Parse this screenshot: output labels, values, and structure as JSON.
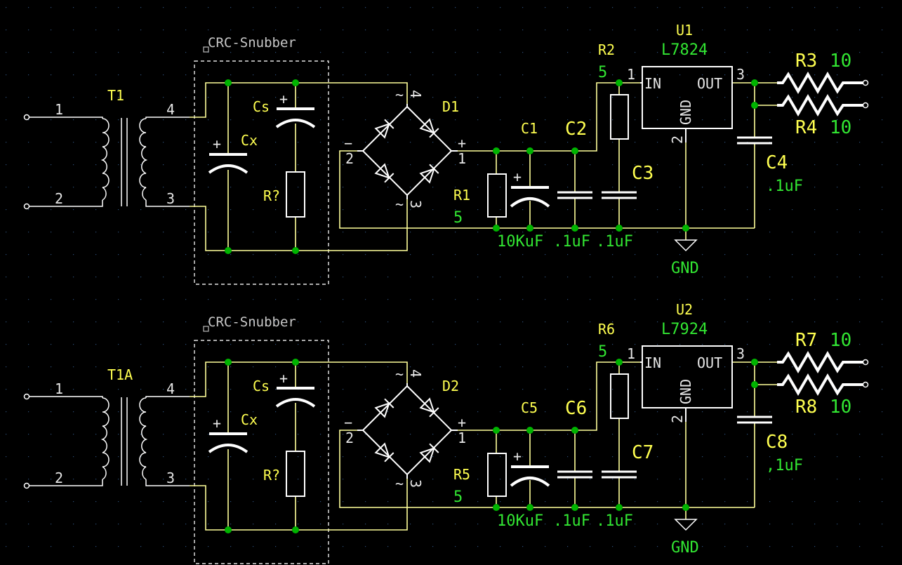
{
  "colors": {
    "background": "#000000",
    "wire": "#ffff9a",
    "symbol": "#ffffff",
    "reference": "#ffff50",
    "value": "#32e632",
    "junction": "#00b400",
    "snubber_frame": "#e6e6e6"
  },
  "stages": [
    {
      "snubber_title": "CRC-Snubber",
      "transformer": {
        "ref": "T1",
        "pins": [
          "1",
          "2",
          "4",
          "3"
        ]
      },
      "snubber": {
        "cx_ref": "Cx",
        "cs_ref": "Cs",
        "r_ref": "R?"
      },
      "bridge": {
        "ref": "D1",
        "minus": "−",
        "plus": "+",
        "pin_minus": "2",
        "pin_plus": "1",
        "pin_ac1": "4",
        "pin_ac2": "3",
        "ac_mark": "~"
      },
      "r_bleed": {
        "ref": "R1",
        "value": "5"
      },
      "c_bulk": {
        "ref": "C1",
        "value": "10KuF"
      },
      "c_mid": {
        "ref": "C2",
        "value": ".1uF"
      },
      "c_in": {
        "ref": "C3",
        "value": ".1uF"
      },
      "r_series": {
        "ref": "R2",
        "value": "5"
      },
      "regulator": {
        "ref": "U1",
        "value": "L7824",
        "in": "IN",
        "out": "OUT",
        "gnd": "GND",
        "pin_in": "1",
        "pin_gnd": "2",
        "pin_out": "3"
      },
      "c_out": {
        "ref": "C4",
        "value": ".1uF"
      },
      "r_out_a": {
        "ref": "R3",
        "value": "10"
      },
      "r_out_b": {
        "ref": "R4",
        "value": "10"
      },
      "gnd_label": "GND"
    },
    {
      "snubber_title": "CRC-Snubber",
      "transformer": {
        "ref": "T1A",
        "pins": [
          "1",
          "2",
          "4",
          "3"
        ]
      },
      "snubber": {
        "cx_ref": "Cx",
        "cs_ref": "Cs",
        "r_ref": "R?"
      },
      "bridge": {
        "ref": "D2",
        "minus": "−",
        "plus": "+",
        "pin_minus": "2",
        "pin_plus": "1",
        "pin_ac1": "4",
        "pin_ac2": "3",
        "ac_mark": "~"
      },
      "r_bleed": {
        "ref": "R5",
        "value": "5"
      },
      "c_bulk": {
        "ref": "C5",
        "value": "10KuF"
      },
      "c_mid": {
        "ref": "C6",
        "value": ".1uF"
      },
      "c_in": {
        "ref": "C7",
        "value": ".1uF"
      },
      "r_series": {
        "ref": "R6",
        "value": "5"
      },
      "regulator": {
        "ref": "U2",
        "value": "L7924",
        "in": "IN",
        "out": "OUT",
        "gnd": "GND",
        "pin_in": "1",
        "pin_gnd": "2",
        "pin_out": "3"
      },
      "c_out": {
        "ref": "C8",
        "value": ",1uF"
      },
      "r_out_a": {
        "ref": "R7",
        "value": "10"
      },
      "r_out_b": {
        "ref": "R8",
        "value": "10"
      },
      "gnd_label": "GND"
    }
  ]
}
